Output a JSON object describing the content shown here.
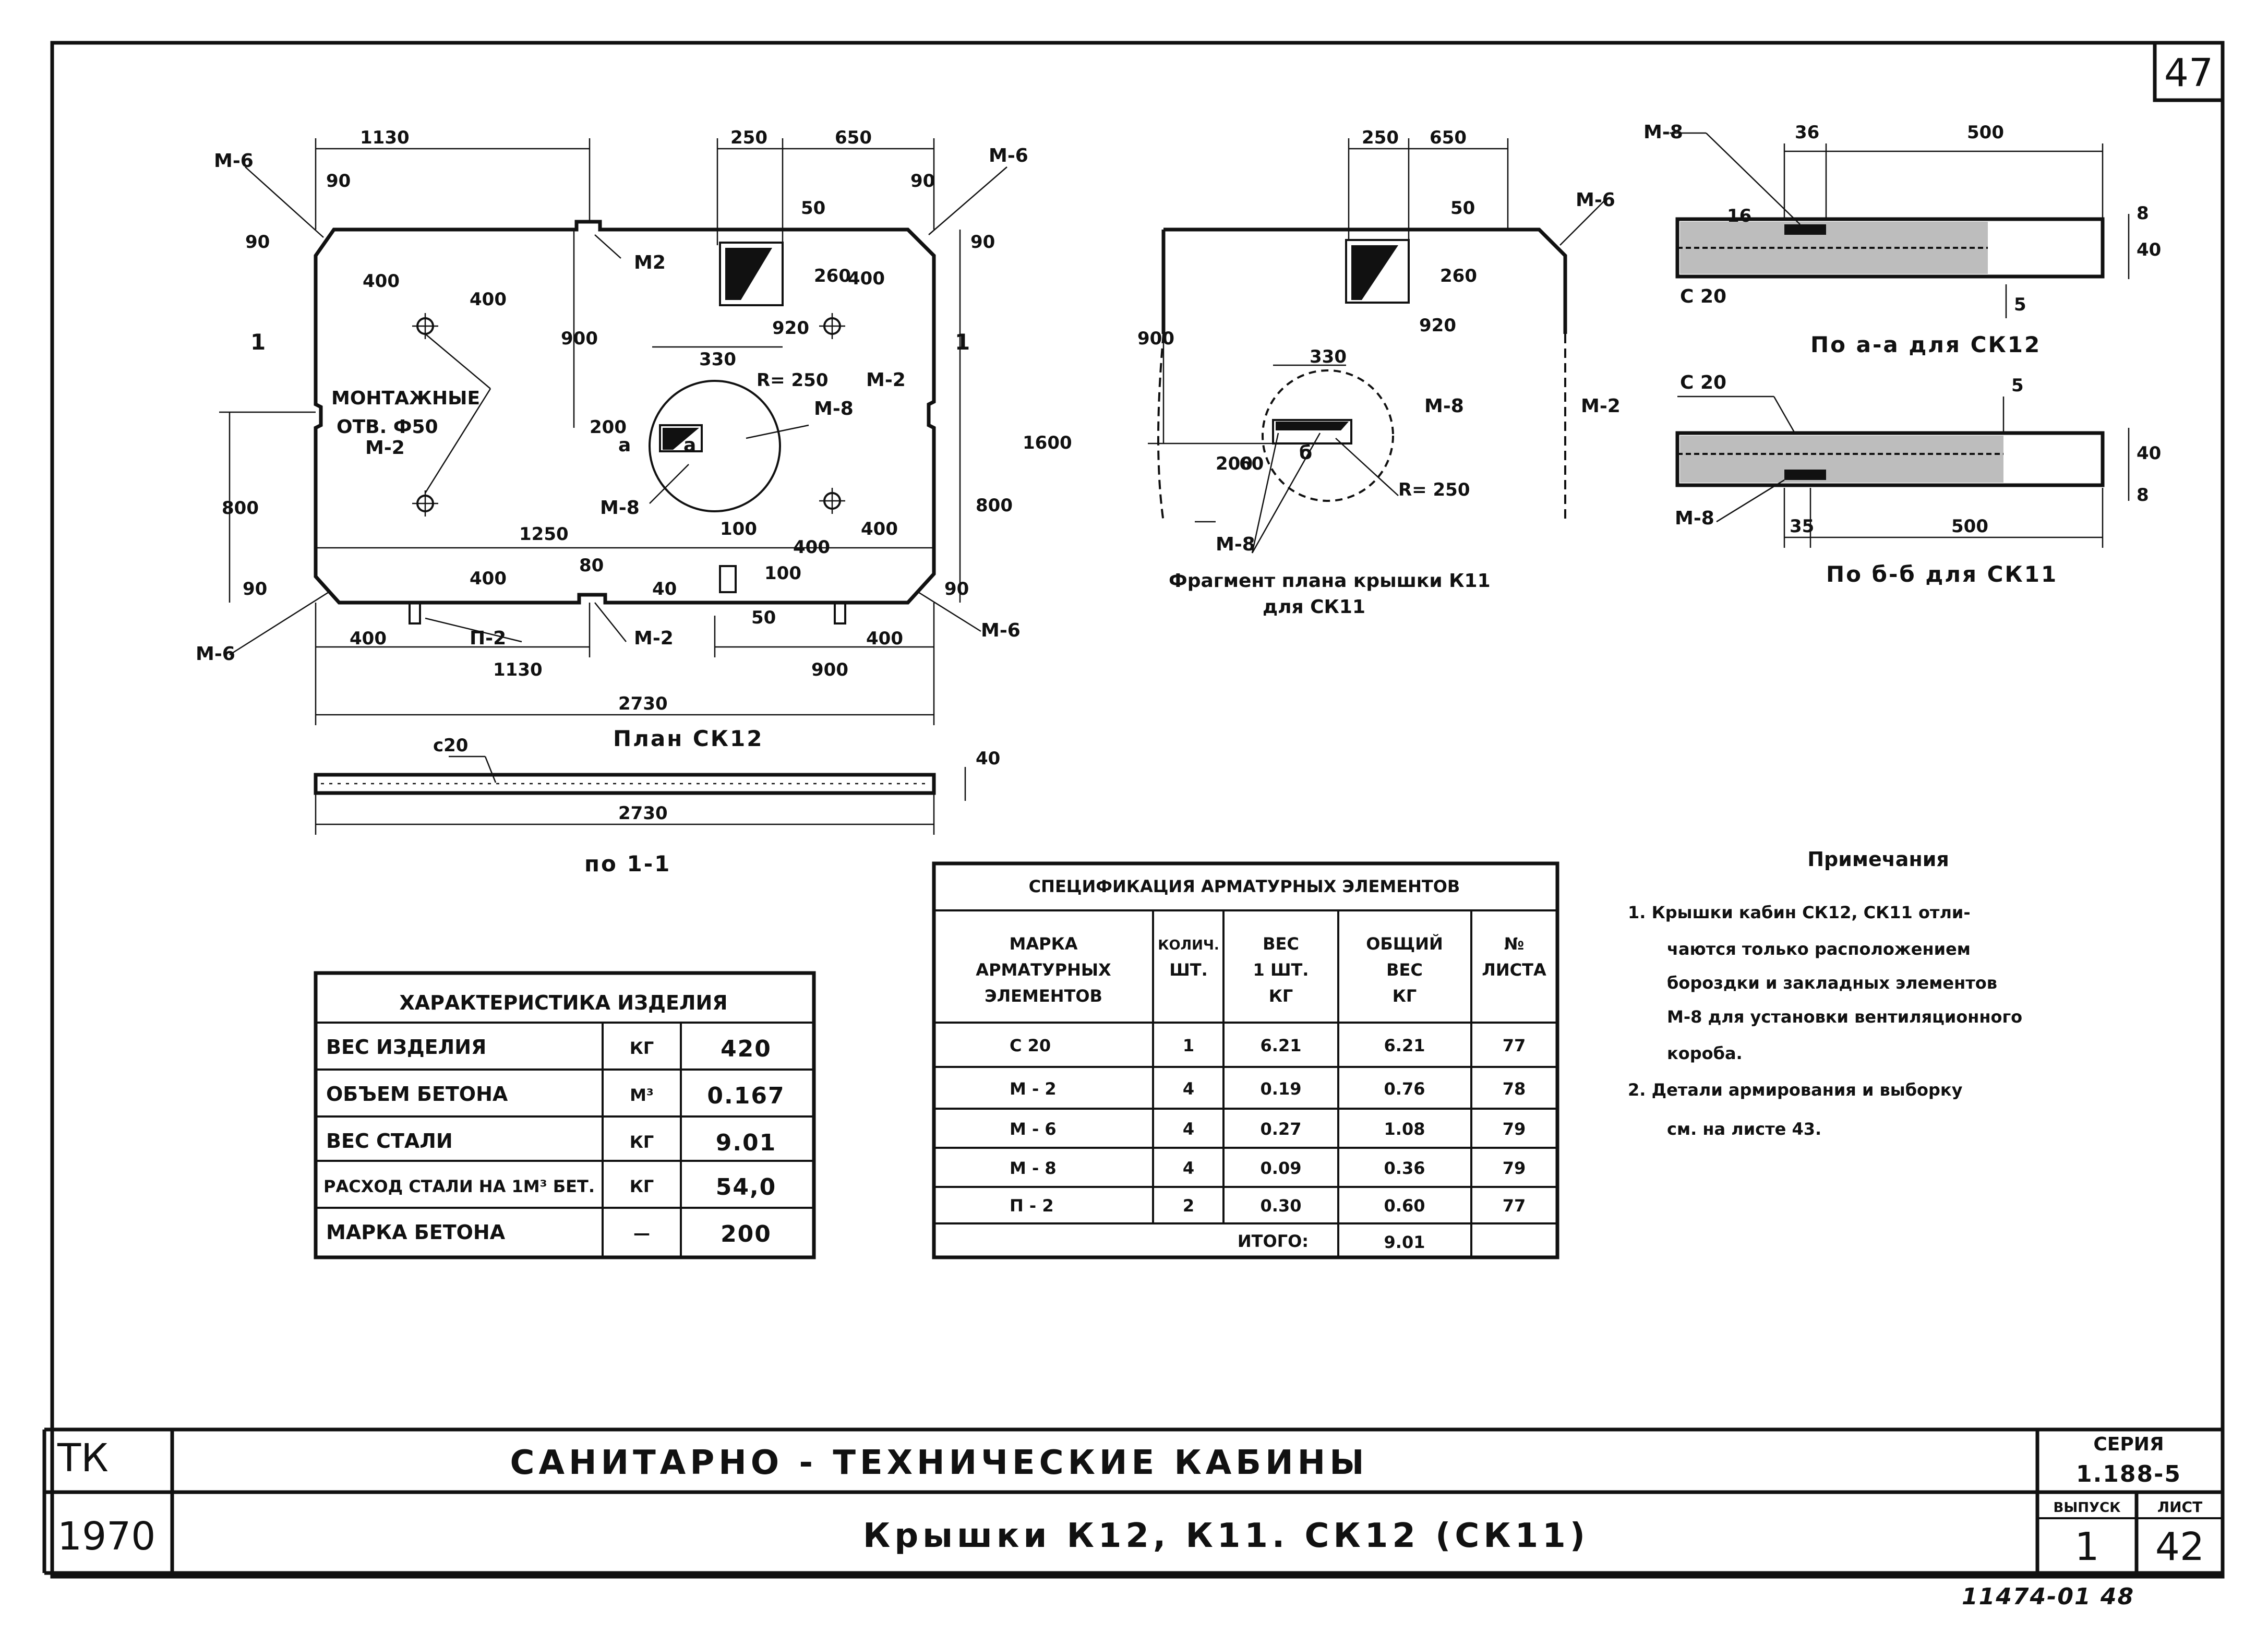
{
  "sheet_number_corner": "47",
  "handwritten_footer": "11474-01 48",
  "title_block": {
    "left_top": "ТК",
    "left_bottom": "1970",
    "title_main": "САНИТАРНО - ТЕХНИЧЕСКИЕ   КАБИНЫ",
    "title_sub": "Крышки   К12, К11.  СК12 (СК11)",
    "series_label": "СЕРИЯ",
    "series_value": "1.188-5",
    "issue_label": "ВЫПУСК",
    "issue_value": "1",
    "sheet_label": "ЛИСТ",
    "sheet_value": "42"
  },
  "plan_sk12": {
    "caption": "План  СК12",
    "dims": {
      "top_1130": "1130",
      "top_250": "250",
      "top_650": "650",
      "d90a": "90",
      "d90b": "90",
      "d90c": "90",
      "d90d": "90",
      "d400a": "400",
      "d400b": "400",
      "d900": "900",
      "d260": "260",
      "d400c": "400",
      "d50": "50",
      "d920": "920",
      "d330": "330",
      "r250": "R= 250",
      "d200": "200",
      "d800": "800",
      "d1600": "1600",
      "d800b": "800",
      "d1250": "1250",
      "d400d": "400",
      "d100": "100",
      "d100b": "100",
      "d400e": "400",
      "d400f": "400",
      "d80": "80",
      "d40": "40",
      "d50b": "50",
      "d400g": "400",
      "d400h": "400",
      "d90e": "90",
      "d90f": "90",
      "b_1130": "1130",
      "b_900": "900",
      "b_2730": "2730"
    },
    "labels": {
      "m6_tl": "М-6",
      "m6_tr": "М-6",
      "m6_bl": "М-6",
      "m6_br": "М-6",
      "m2_top": "М2",
      "m2_right": "М-2",
      "m2_left": "М-2",
      "m2_bottom": "М-2",
      "m8a": "М-8",
      "m8b": "М-8",
      "p2": "П-2",
      "montazh1": "МОНТАЖНЫЕ",
      "montazh2": "ОТВ. Ф50",
      "sec1_left": "1",
      "sec1_right": "1",
      "a_left": "а",
      "a_right": "а"
    }
  },
  "section_1_1": {
    "caption": "по  1-1",
    "c20": "с20",
    "d40": "40",
    "d2730": "2730"
  },
  "fragment_k11": {
    "caption_1": "Фрагмент плана крышки К11",
    "caption_2": "для СК11",
    "dims": {
      "d250": "250",
      "d650": "650",
      "d50": "50",
      "d260": "260",
      "d920": "920",
      "d900": "900",
      "d330": "330",
      "d200": "200",
      "d60": "60",
      "r250": "R= 250"
    },
    "labels": {
      "m6": "М-6",
      "m8a": "М-8",
      "m2": "М-2",
      "m8b": "М-8",
      "b": "б"
    }
  },
  "section_a": {
    "caption": "По  а-а   для СК12",
    "labels": {
      "m8": "М-8",
      "c20": "С 20",
      "d36": "36",
      "d500": "500",
      "d16": "16",
      "d8": "8",
      "d40": "40",
      "d5": "5"
    }
  },
  "section_b": {
    "caption": "По  б-б  для СК11",
    "labels": {
      "c20": "С 20",
      "m8": "М-8",
      "d35": "35",
      "d500": "500",
      "d5": "5",
      "d40": "40",
      "d8": "8"
    }
  },
  "characteristic_table": {
    "header": "ХАРАКТЕРИСТИКА    ИЗДЕЛИЯ",
    "rows": [
      {
        "name": "ВЕС  ИЗДЕЛИЯ",
        "unit": "КГ",
        "value": "420"
      },
      {
        "name": "ОБЪЕМ  БЕТОНА",
        "unit": "М³",
        "value": "0.167"
      },
      {
        "name": "ВЕС  СТАЛИ",
        "unit": "КГ",
        "value": "9.01"
      },
      {
        "name": "РАСХОД СТАЛИ НА 1М³ БЕТ.",
        "unit": "КГ",
        "value": "54,0"
      },
      {
        "name": "МАРКА  БЕТОНА",
        "unit": "—",
        "value": "200"
      }
    ]
  },
  "spec_table": {
    "title": "СПЕЦИФИКАЦИЯ   АРМАТУРНЫХ  ЭЛЕМЕНТОВ",
    "headers": {
      "mark_1": "МАРКА",
      "mark_2": "АРМАТУРНЫХ",
      "mark_3": "ЭЛЕМЕНТОВ",
      "qty_1": "КОЛИЧ.",
      "qty_2": "ШТ.",
      "w1_1": "ВЕС",
      "w1_2": "1 ШТ.",
      "w1_3": "КГ",
      "tot_1": "ОБЩИЙ",
      "tot_2": "ВЕС",
      "tot_3": "КГ",
      "sh_1": "№",
      "sh_2": "ЛИСТА"
    },
    "rows": [
      {
        "mark": "С 20",
        "qty": "1",
        "w": "6.21",
        "tot": "6.21",
        "sheet": "77"
      },
      {
        "mark": "М - 2",
        "qty": "4",
        "w": "0.19",
        "tot": "0.76",
        "sheet": "78"
      },
      {
        "mark": "М - 6",
        "qty": "4",
        "w": "0.27",
        "tot": "1.08",
        "sheet": "79"
      },
      {
        "mark": "М - 8",
        "qty": "4",
        "w": "0.09",
        "tot": "0.36",
        "sheet": "79"
      },
      {
        "mark": "П - 2",
        "qty": "2",
        "w": "0.30",
        "tot": "0.60",
        "sheet": "77"
      }
    ],
    "total_label": "ИТОГО:",
    "total_value": "9.01"
  },
  "notes": {
    "title": "Примечания",
    "lines": [
      "1. Крышки   кабин  СК12, СК11  отли-",
      "чаются  только  расположением",
      "бороздки  и закладных элементов",
      "М-8 для  установки  вентиляционного",
      "короба.",
      "2. Детали  армирования  и  выборку",
      "см. на  листе  43."
    ]
  }
}
